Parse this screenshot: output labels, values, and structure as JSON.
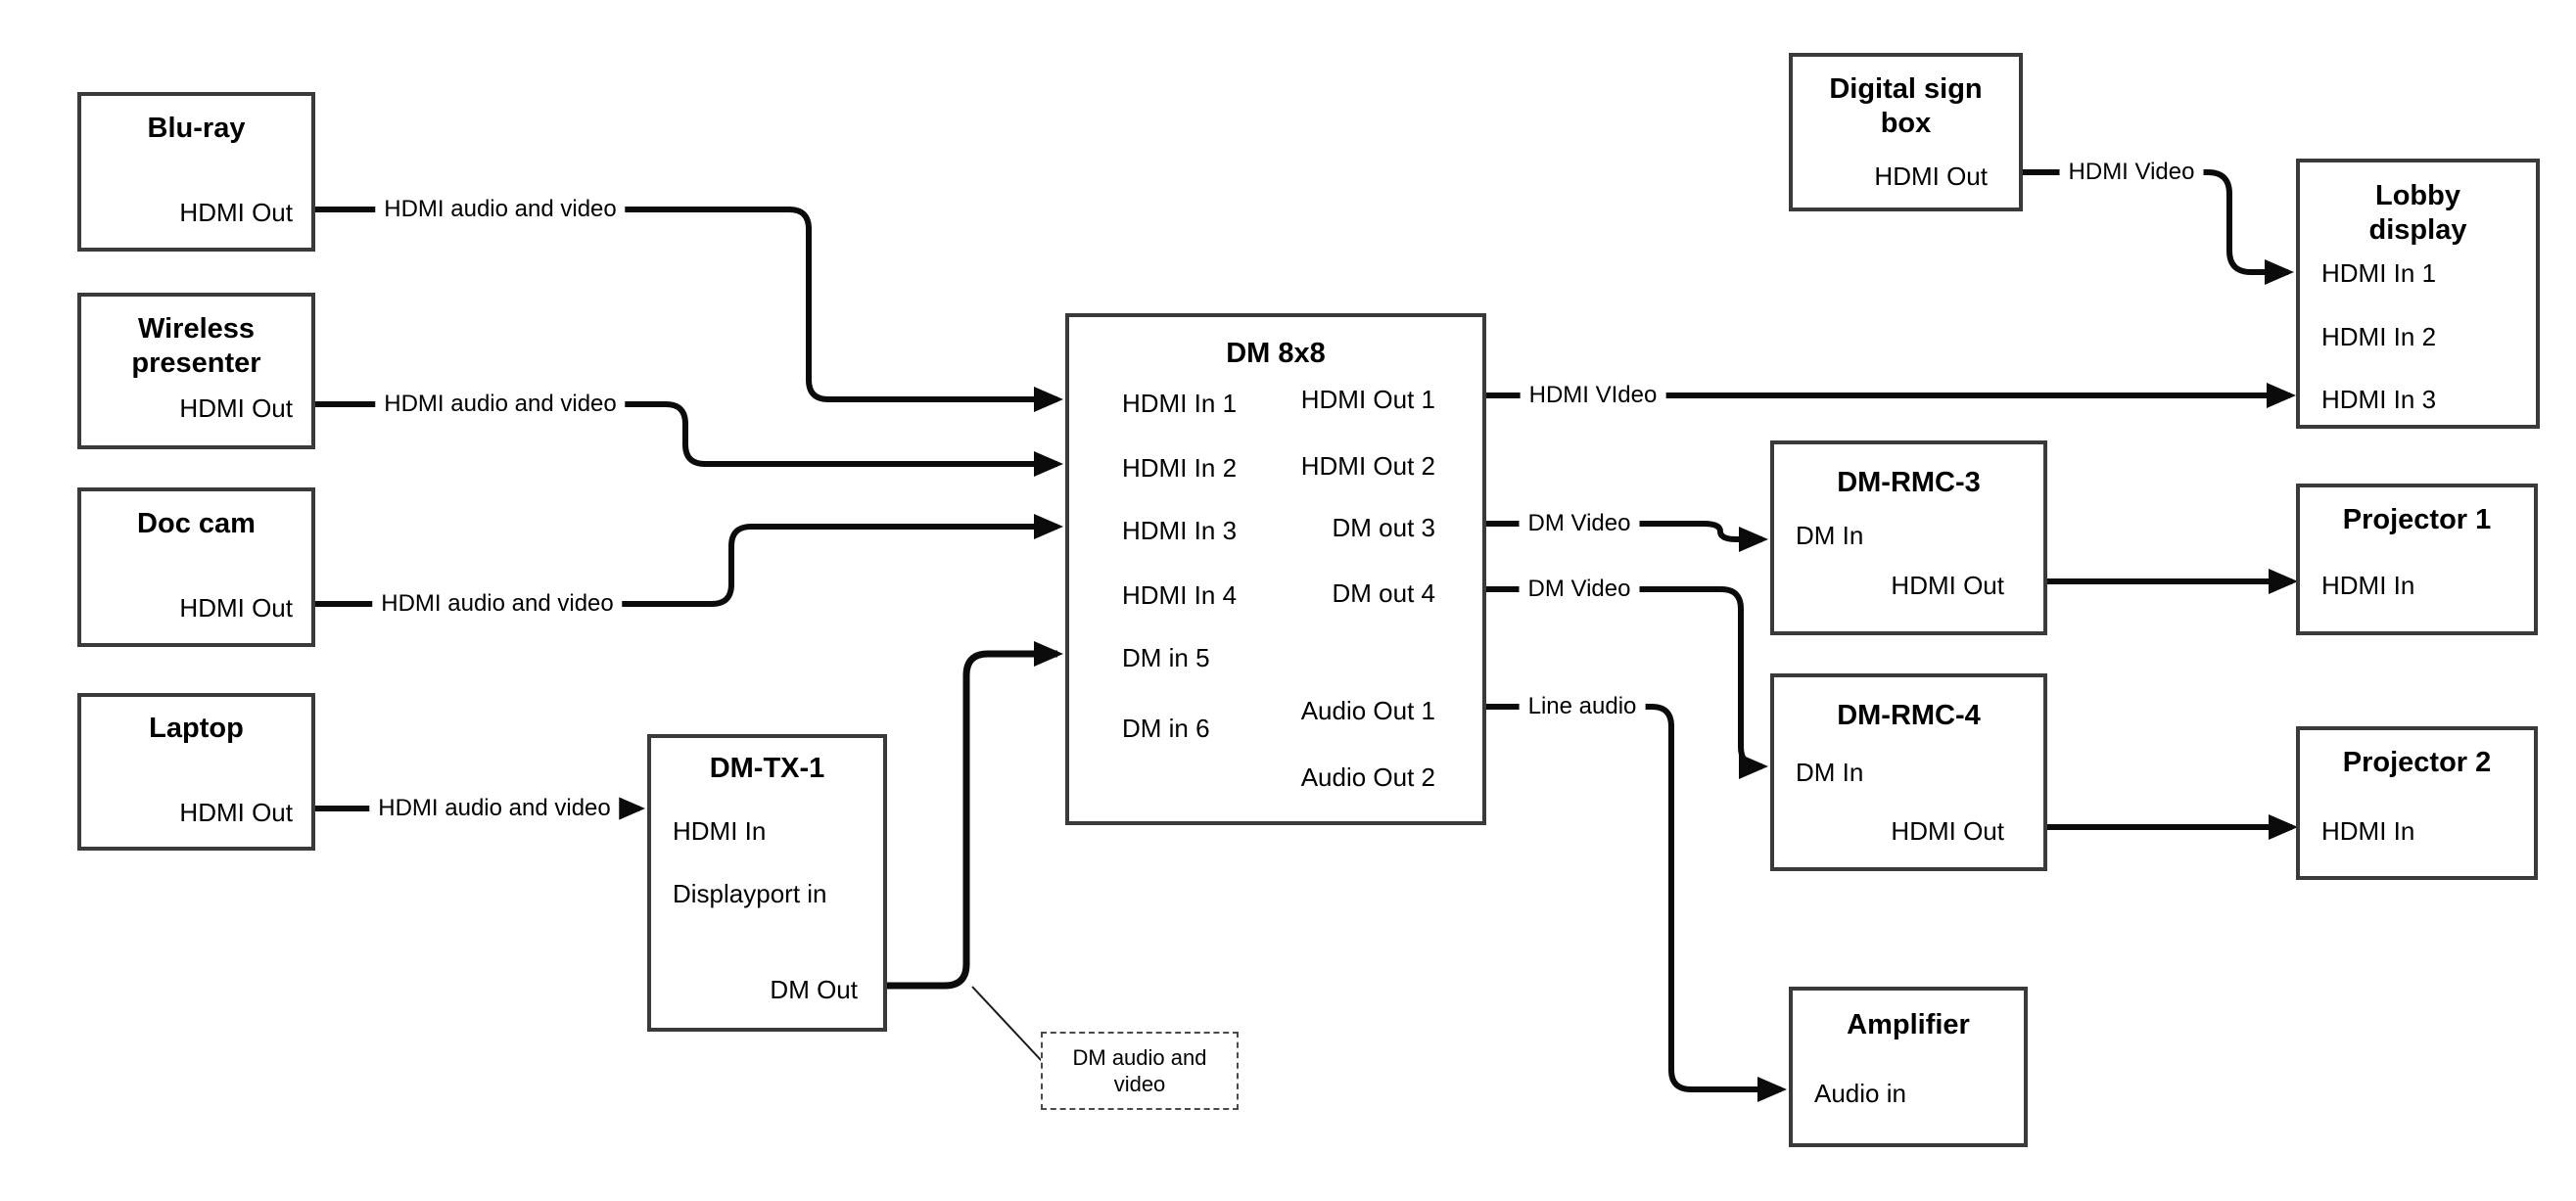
{
  "diagram": {
    "kind": "av-signal-flow",
    "colors": {
      "wire": "#0b0b0b",
      "box_border": "#3a3a3a",
      "text": "#000000",
      "background": "#ffffff"
    }
  },
  "nodes": {
    "bluray": {
      "title": "Blu-ray",
      "ports": {
        "out": "HDMI Out"
      }
    },
    "wireless": {
      "title": "Wireless presenter",
      "ports": {
        "out": "HDMI Out"
      }
    },
    "doccam": {
      "title": "Doc cam",
      "ports": {
        "out": "HDMI Out"
      }
    },
    "laptop": {
      "title": "Laptop",
      "ports": {
        "out": "HDMI Out"
      }
    },
    "dmtx1": {
      "title": "DM-TX-1",
      "ports": {
        "hdmi_in": "HDMI In",
        "dp_in": "Displayport in",
        "dm_out": "DM Out"
      }
    },
    "dm8x8": {
      "title": "DM 8x8",
      "inputs": [
        "HDMI In 1",
        "HDMI In 2",
        "HDMI In 3",
        "HDMI In 4",
        "DM in 5",
        "DM in 6"
      ],
      "outputs": [
        "HDMI Out 1",
        "HDMI Out 2",
        "DM out 3",
        "DM out 4",
        "Audio Out 1",
        "Audio Out 2"
      ]
    },
    "digitalsign": {
      "title": "Digital sign box",
      "ports": {
        "out": "HDMI Out"
      }
    },
    "lobby": {
      "title": "Lobby display",
      "inputs": [
        "HDMI In 1",
        "HDMI In 2",
        "HDMI In 3"
      ]
    },
    "dmrmc3": {
      "title": "DM-RMC-3",
      "ports": {
        "in": "DM In",
        "out": "HDMI Out"
      }
    },
    "projector1": {
      "title": "Projector 1",
      "ports": {
        "in": "HDMI In"
      }
    },
    "dmrmc4": {
      "title": "DM-RMC-4",
      "ports": {
        "in": "DM In",
        "out": "HDMI Out"
      }
    },
    "projector2": {
      "title": "Projector 2",
      "ports": {
        "in": "HDMI In"
      }
    },
    "amplifier": {
      "title": "Amplifier",
      "ports": {
        "in": "Audio in"
      }
    }
  },
  "wire_labels": {
    "bluray_dm": "HDMI audio and video",
    "wireless_dm": "HDMI audio and video",
    "doccam_dm": "HDMI audio and video",
    "laptop_tx": "HDMI audio and video",
    "dm_lobby": "HDMI VIdeo",
    "dm_rmc3": "DM Video",
    "dm_rmc4": "DM Video",
    "dm_amp": "Line audio",
    "sign_lobby": "HDMI Video"
  },
  "callout": {
    "text": "DM audio and video"
  }
}
